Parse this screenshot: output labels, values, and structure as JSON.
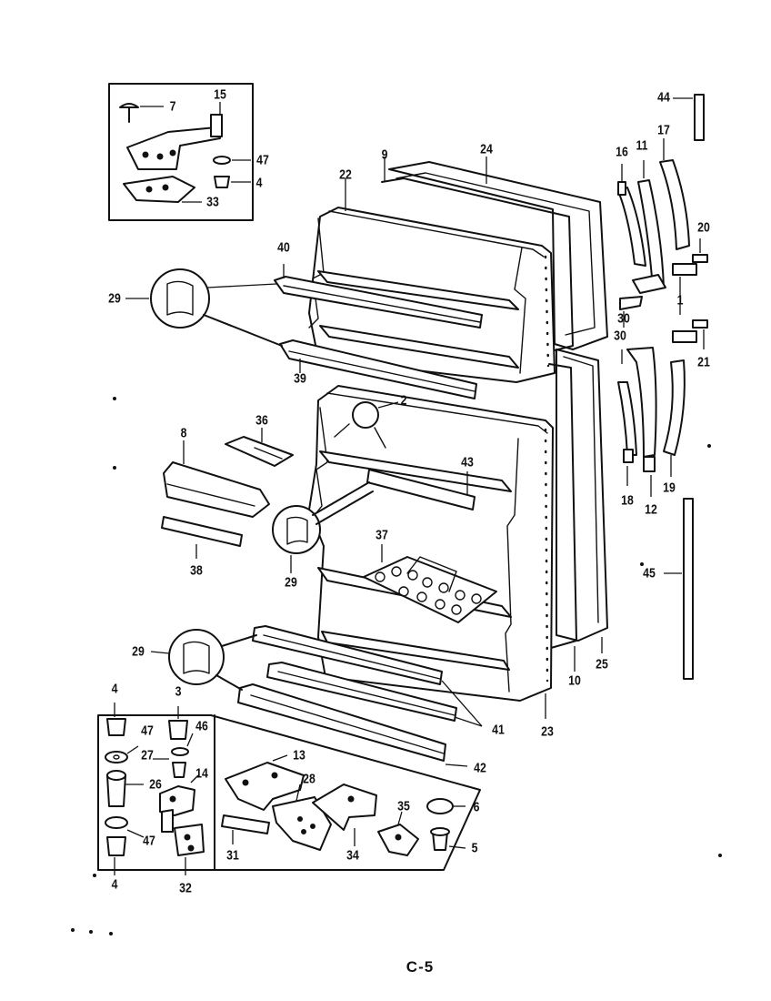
{
  "page_label": "C-5",
  "callouts": [
    {
      "id": "c7",
      "text": "7"
    },
    {
      "id": "c15",
      "text": "15"
    },
    {
      "id": "c47a",
      "text": "47"
    },
    {
      "id": "c4a",
      "text": "4"
    },
    {
      "id": "c33",
      "text": "33"
    },
    {
      "id": "c9",
      "text": "9"
    },
    {
      "id": "c24",
      "text": "24"
    },
    {
      "id": "c22",
      "text": "22"
    },
    {
      "id": "c44",
      "text": "44"
    },
    {
      "id": "c16",
      "text": "16"
    },
    {
      "id": "c11",
      "text": "11"
    },
    {
      "id": "c17",
      "text": "17"
    },
    {
      "id": "c20",
      "text": "20"
    },
    {
      "id": "c40",
      "text": "40"
    },
    {
      "id": "c29a",
      "text": "29"
    },
    {
      "id": "c1",
      "text": "1"
    },
    {
      "id": "c30a",
      "text": "30"
    },
    {
      "id": "c30b",
      "text": "30"
    },
    {
      "id": "c21",
      "text": "21"
    },
    {
      "id": "c39",
      "text": "39"
    },
    {
      "id": "c2",
      "text": "2"
    },
    {
      "id": "c36",
      "text": "36"
    },
    {
      "id": "c8",
      "text": "8"
    },
    {
      "id": "c43",
      "text": "43"
    },
    {
      "id": "c18",
      "text": "18"
    },
    {
      "id": "c12",
      "text": "12"
    },
    {
      "id": "c19",
      "text": "19"
    },
    {
      "id": "c37",
      "text": "37"
    },
    {
      "id": "c38",
      "text": "38"
    },
    {
      "id": "c29b",
      "text": "29"
    },
    {
      "id": "c45",
      "text": "45"
    },
    {
      "id": "c10",
      "text": "10"
    },
    {
      "id": "c25",
      "text": "25"
    },
    {
      "id": "c29c",
      "text": "29"
    },
    {
      "id": "c4b",
      "text": "4"
    },
    {
      "id": "c3",
      "text": "3"
    },
    {
      "id": "c47b",
      "text": "47"
    },
    {
      "id": "c46",
      "text": "46"
    },
    {
      "id": "c27",
      "text": "27"
    },
    {
      "id": "c41",
      "text": "41"
    },
    {
      "id": "c23",
      "text": "23"
    },
    {
      "id": "c13",
      "text": "13"
    },
    {
      "id": "c26",
      "text": "26"
    },
    {
      "id": "c14",
      "text": "14"
    },
    {
      "id": "c42",
      "text": "42"
    },
    {
      "id": "c28",
      "text": "28"
    },
    {
      "id": "c6",
      "text": "6"
    },
    {
      "id": "c47c",
      "text": "47"
    },
    {
      "id": "c35",
      "text": "35"
    },
    {
      "id": "c5",
      "text": "5"
    },
    {
      "id": "c31",
      "text": "31"
    },
    {
      "id": "c34",
      "text": "34"
    },
    {
      "id": "c4c",
      "text": "4"
    },
    {
      "id": "c32",
      "text": "32"
    }
  ]
}
